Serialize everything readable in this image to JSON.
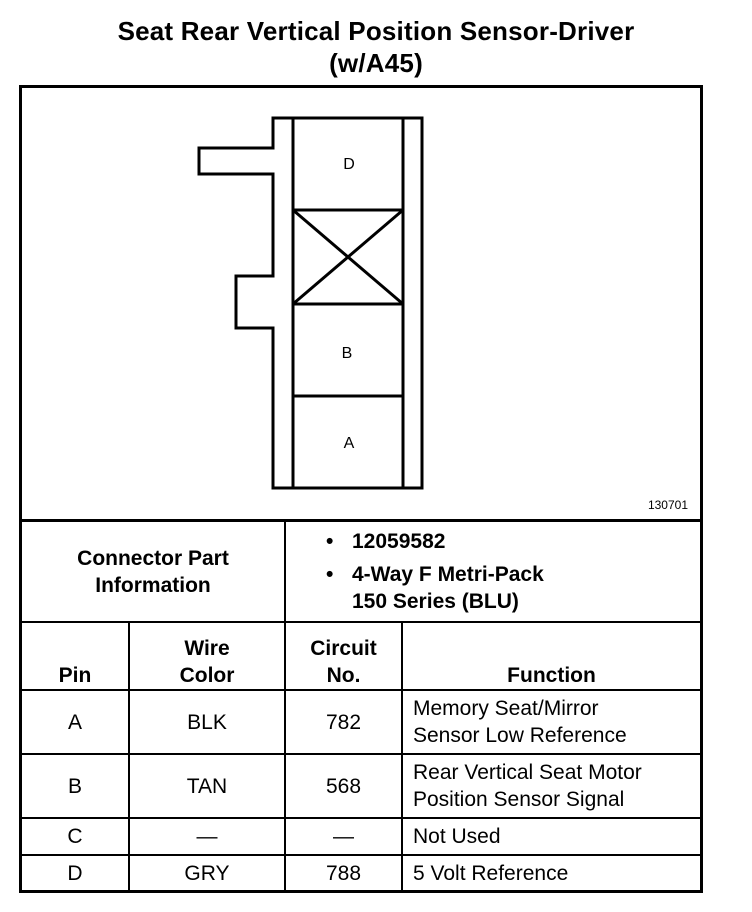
{
  "title": {
    "line1": "Seat Rear Vertical Position Sensor-Driver",
    "line2": "(w/A45)"
  },
  "diagram": {
    "id": "130701",
    "cavity_labels": [
      "D",
      "B",
      "A"
    ]
  },
  "connector_info": {
    "label_line1": "Connector Part",
    "label_line2": "Information",
    "bullet": "•",
    "items": [
      {
        "line1": "12059582",
        "line2": ""
      },
      {
        "line1": "4-Way F Metri-Pack",
        "line2": "150 Series (BLU)"
      }
    ]
  },
  "table": {
    "headers": {
      "pin": "Pin",
      "wire_color_l1": "Wire",
      "wire_color_l2": "Color",
      "circuit_l1": "Circuit",
      "circuit_l2": "No.",
      "function": "Function"
    },
    "rows": [
      {
        "pin": "A",
        "wire_color": "BLK",
        "circuit": "782",
        "function_l1": "Memory Seat/Mirror",
        "function_l2": "Sensor Low Reference"
      },
      {
        "pin": "B",
        "wire_color": "TAN",
        "circuit": "568",
        "function_l1": "Rear Vertical Seat Motor",
        "function_l2": "Position Sensor Signal"
      },
      {
        "pin": "C",
        "wire_color": "—",
        "circuit": "—",
        "function_l1": "Not Used",
        "function_l2": ""
      },
      {
        "pin": "D",
        "wire_color": "GRY",
        "circuit": "788",
        "function_l1": "5 Volt Reference",
        "function_l2": ""
      }
    ]
  }
}
